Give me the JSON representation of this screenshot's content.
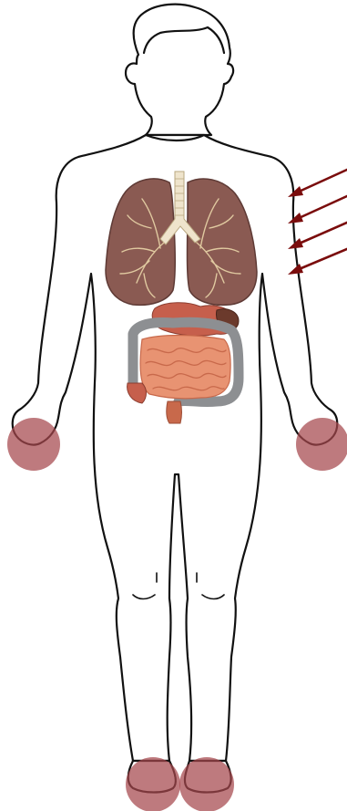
{
  "diagram": {
    "subject": "human-body-outline",
    "organs_shown": [
      "lungs",
      "trachea",
      "stomach",
      "liver",
      "small-intestine",
      "large-intestine"
    ],
    "highlight_regions": [
      "left-hand",
      "right-hand",
      "left-foot",
      "right-foot"
    ],
    "arrow_count": 4
  },
  "colors": {
    "outline": "#111111",
    "highlight": "#a5474c",
    "arrow": "#7a0c0c",
    "lung": "#8a5a52",
    "lung_dark": "#5e3a35",
    "bronchi": "#e0c9a0",
    "trachea": "#efe4cc",
    "intestine": "#e89372",
    "intestine_dark": "#c8694b",
    "colon": "#8d8f92",
    "stomach": "#c65f4c"
  }
}
